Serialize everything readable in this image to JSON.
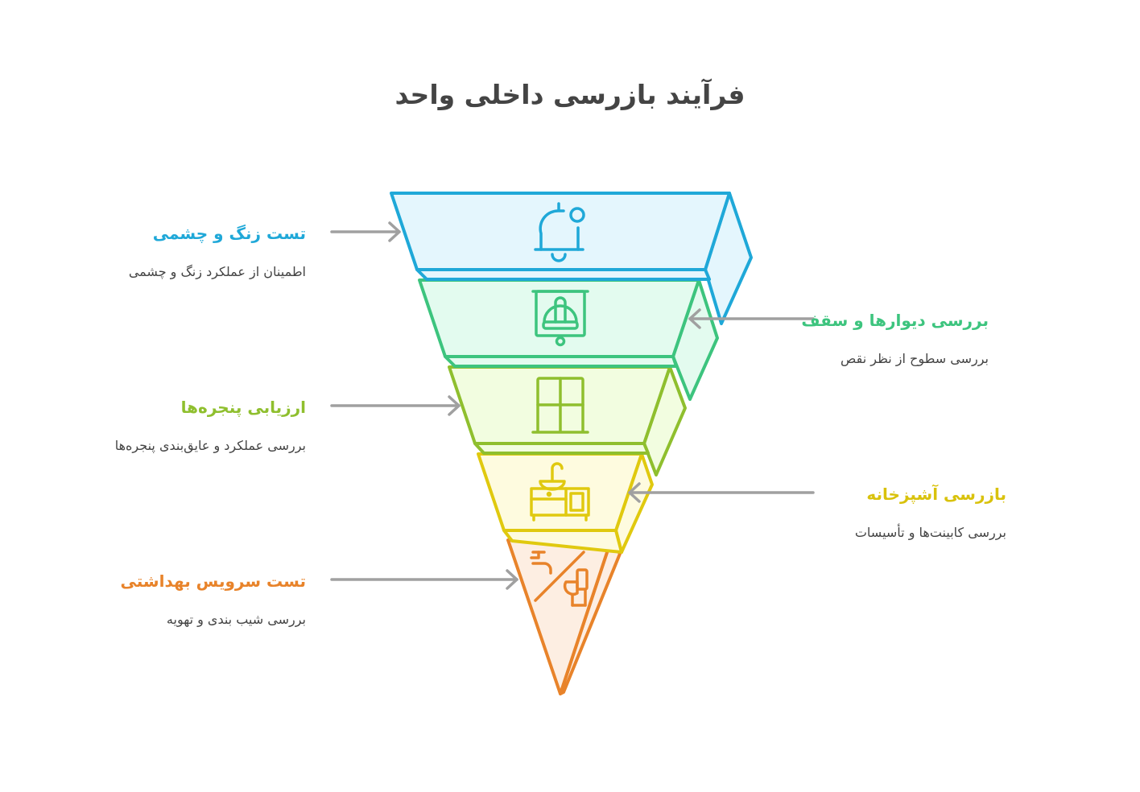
{
  "title": "فرآیند بازرسی داخلی واحد",
  "colors": {
    "title": "#444444",
    "arrow": "#a0a0a0",
    "description": "#444444"
  },
  "steps": [
    {
      "order": 1,
      "heading": "تست زنگ و چشمی",
      "description": "اطمینان از عملکرد زنگ و چشمی",
      "icon": "bell-notification-icon",
      "side": "left",
      "stroke": "#1fa8d8",
      "fill": "#e4f6fd"
    },
    {
      "order": 2,
      "heading": "بررسی دیوارها و سقف",
      "description": "بررسی سطوح از نظر نقص",
      "icon": "hardhat-board-icon",
      "side": "right",
      "stroke": "#3dc47e",
      "fill": "#e3fbef"
    },
    {
      "order": 3,
      "heading": "ارزیابی پنجره‌ها",
      "description": "بررسی عملکرد و عایق‌بندی پنجره‌ها",
      "icon": "window-icon",
      "side": "left",
      "stroke": "#8fbf2e",
      "fill": "#f2fde0"
    },
    {
      "order": 4,
      "heading": "بازرسی آشپزخانه",
      "description": "بررسی کابینت‌ها و تأسیسات",
      "icon": "kitchen-sink-cabinet-icon",
      "side": "right",
      "stroke": "#e0c90f",
      "fill": "#fefbdf"
    },
    {
      "order": 5,
      "heading": "تست سرویس بهداشتی",
      "description": "بررسی شیب بندی و تهویه",
      "icon": "faucet-toilet-icon",
      "side": "left",
      "stroke": "#e8832a",
      "fill": "#fdeee2"
    }
  ]
}
